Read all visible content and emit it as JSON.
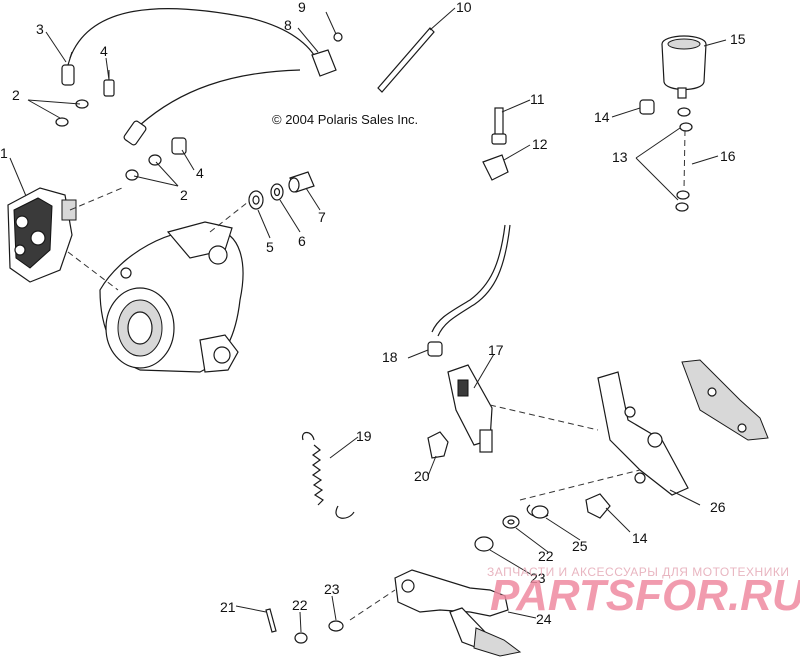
{
  "copyright": "© 2004 Polaris Sales Inc.",
  "watermark": {
    "tagline": "ЗАПЧАСТИ И АКСЕССУАРЫ ДЛЯ МОТОТЕХНИКИ",
    "brand": "PARTSFOR.RU",
    "color": "#ef8aa1"
  },
  "callouts": {
    "c1": "1",
    "c2a": "2",
    "c2b": "2",
    "c3": "3",
    "c4a": "4",
    "c4b": "4",
    "c5": "5",
    "c6": "6",
    "c7": "7",
    "c8": "8",
    "c9": "9",
    "c10": "10",
    "c11": "11",
    "c12": "12",
    "c13": "13",
    "c14a": "14",
    "c14b": "14",
    "c15": "15",
    "c16": "16",
    "c17": "17",
    "c18": "18",
    "c19": "19",
    "c20": "20",
    "c21": "21",
    "c22a": "22",
    "c22b": "22",
    "c23a": "23",
    "c23b": "23",
    "c24": "24",
    "c25": "25",
    "c26": "26"
  }
}
